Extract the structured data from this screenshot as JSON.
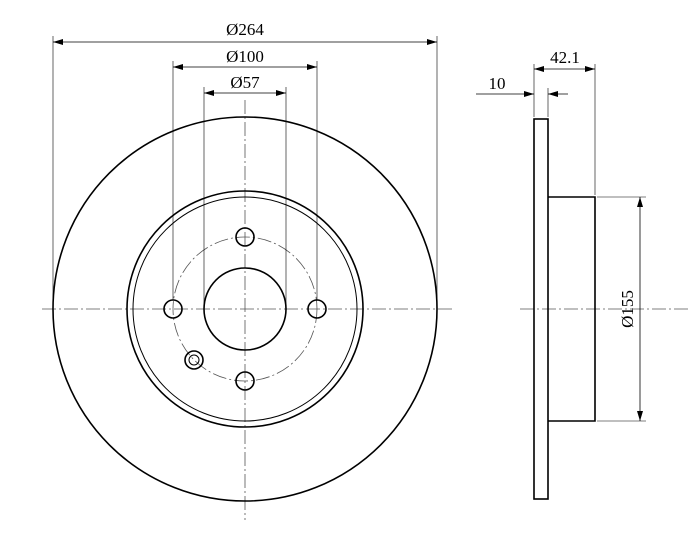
{
  "front_view": {
    "dims": {
      "outer_diameter": "Ø264",
      "bolt_circle_diameter": "Ø100",
      "center_bore_diameter": "Ø57"
    }
  },
  "side_view": {
    "dims": {
      "overall_height": "42.1",
      "disc_thickness": "10",
      "hat_diameter": "Ø155"
    }
  }
}
